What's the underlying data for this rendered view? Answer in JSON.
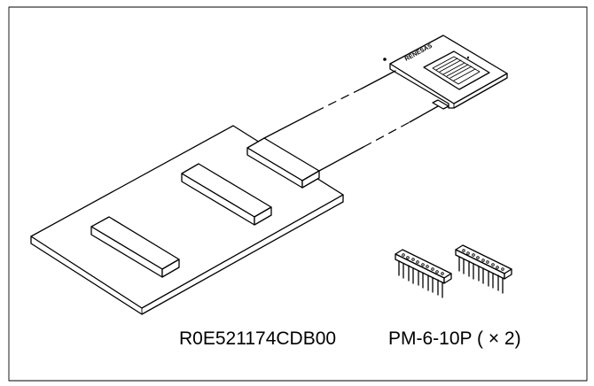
{
  "labels": {
    "board_part_number": "R0E521174CDB00",
    "pin_header_part": "PM-6-10P ( × 2)"
  },
  "logo_text": "RENESAS"
}
